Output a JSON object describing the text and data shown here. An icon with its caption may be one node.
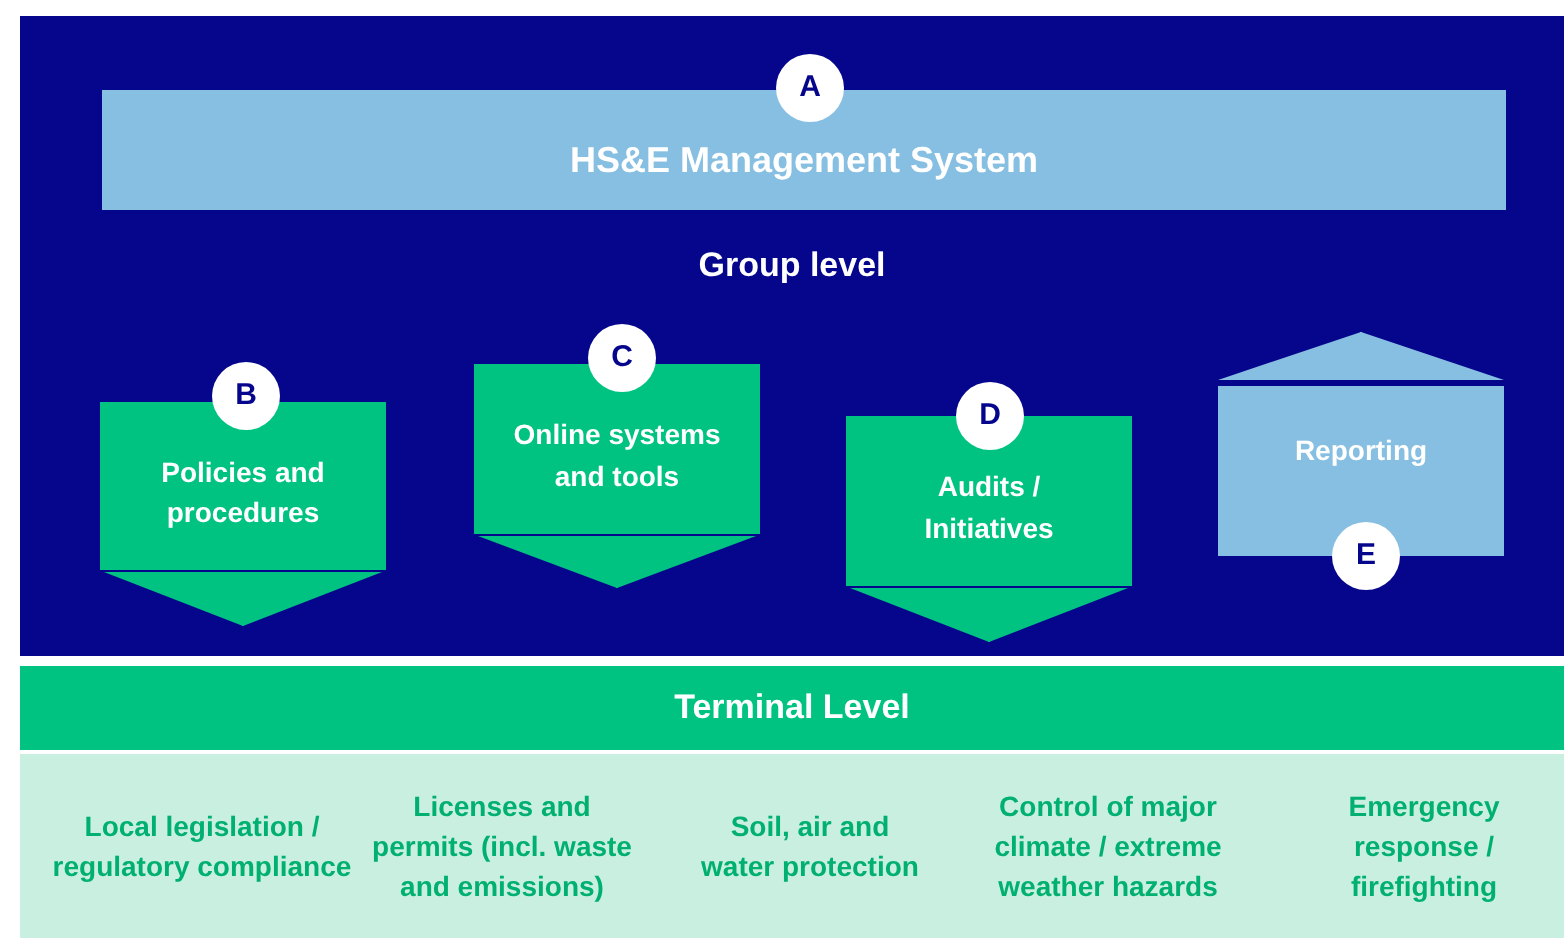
{
  "diagram": {
    "nodes": [
      {
        "text": [
          "Group level"
        ]
      },
      {
        "text": [
          "HS&E Management System"
        ],
        "in": 0
      },
      {
        "text": [
          "A"
        ],
        "in": 0
      },
      {
        "text": [
          "Policies and procedures"
        ],
        "in": 0
      },
      {
        "text": [
          "B"
        ],
        "in": 0
      },
      {
        "text": [
          "Online systems and tools"
        ],
        "in": 0
      },
      {
        "text": [
          "C"
        ],
        "in": 0
      },
      {
        "text": [
          "Audits / Initiatives"
        ],
        "in": 0
      },
      {
        "text": [
          "D"
        ],
        "in": 0
      },
      {
        "text": [
          "Reporting"
        ],
        "in": 0
      },
      {
        "text": [
          "E"
        ],
        "in": 0
      },
      {
        "text": [
          "Terminal Level"
        ]
      },
      {
        "text": [
          "Local legislation / regulatory compliance",
          "Licenses and permits (incl. waste and emissions)",
          "Soil, air and water protection",
          "Control of major climate / extreme weather hazards",
          "Emergency response / firefighting"
        ]
      }
    ],
    "edges": [
      {
        "from": 3,
        "to": 11,
        "arrow": "to"
      },
      {
        "from": 5,
        "to": null,
        "arrow": "to"
      },
      {
        "from": 7,
        "to": 11,
        "arrow": "to"
      },
      {
        "from": 9,
        "to": null,
        "arrow": "to",
        "color": "#86bfe1"
      }
    ]
  }
}
